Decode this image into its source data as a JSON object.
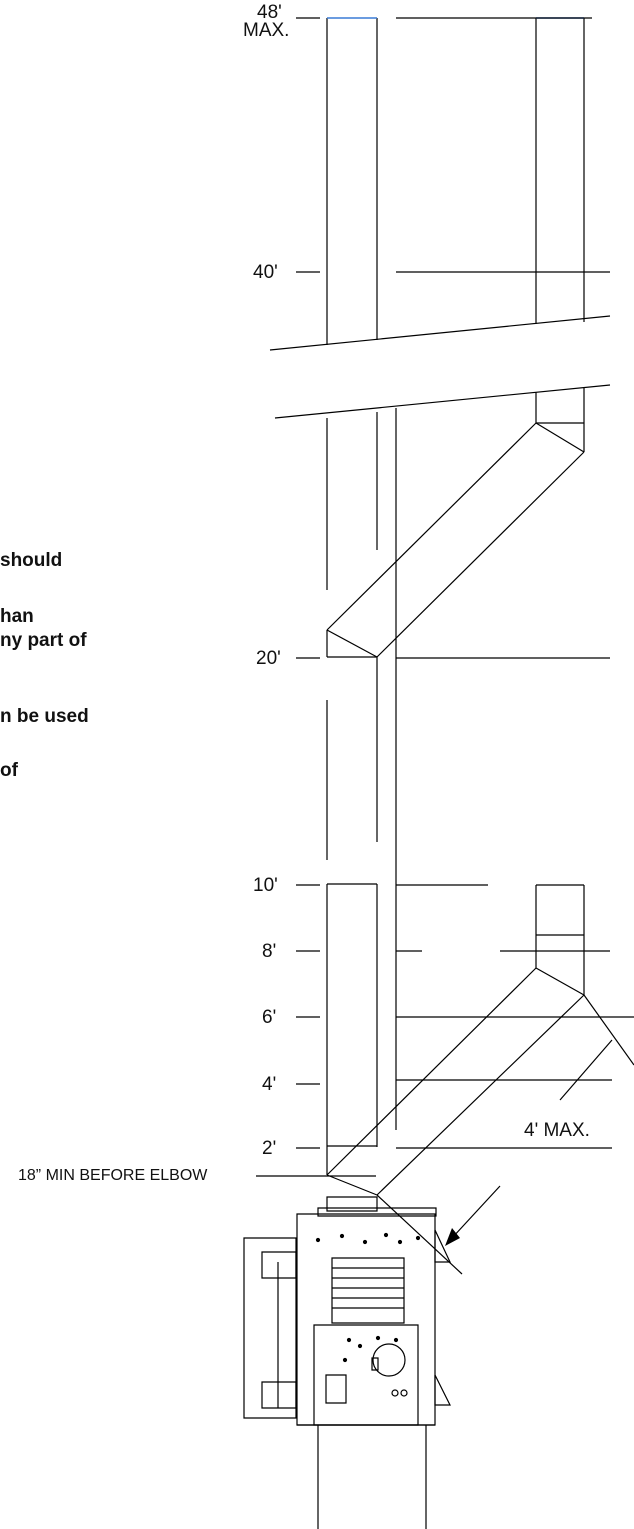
{
  "heights": {
    "h48": "48'",
    "h48_max": "MAX.",
    "h40": "40'",
    "h20": "20'",
    "h10": "10'",
    "h8": "8'",
    "h6": "6'",
    "h4": "4'",
    "h2": "2'"
  },
  "offset_label": "4' MAX.",
  "elbow_note": "18” MIN BEFORE ELBOW",
  "cut_notes": [
    "should",
    "han",
    "ny part of",
    "n be used",
    "of"
  ],
  "colors": {
    "line": "#000000",
    "pipe_top_accent": "#3a7bd5"
  }
}
